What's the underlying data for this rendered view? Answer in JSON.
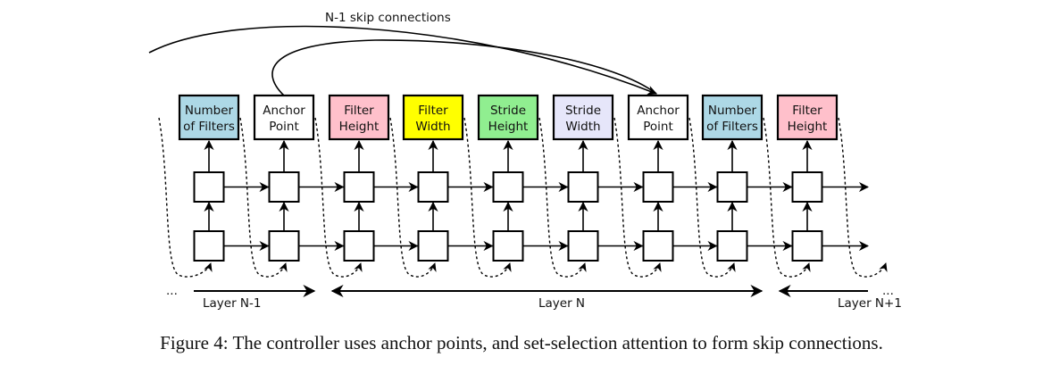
{
  "diagram": {
    "skip_label": "N-1 skip connections",
    "output_boxes": [
      {
        "line1": "Number",
        "line2": "of Filters",
        "color": "#add8e6"
      },
      {
        "line1": "Anchor",
        "line2": "Point",
        "color": "#ffffff"
      },
      {
        "line1": "Filter",
        "line2": "Height",
        "color": "#ffc0cb"
      },
      {
        "line1": "Filter",
        "line2": "Width",
        "color": "#ffff00"
      },
      {
        "line1": "Stride",
        "line2": "Height",
        "color": "#90ee90"
      },
      {
        "line1": "Stride",
        "line2": "Width",
        "color": "#e6e6fa"
      },
      {
        "line1": "Anchor",
        "line2": "Point",
        "color": "#ffffff"
      },
      {
        "line1": "Number",
        "line2": "of Filters",
        "color": "#add8e6"
      },
      {
        "line1": "Filter",
        "line2": "Height",
        "color": "#ffc0cb"
      }
    ],
    "layers": [
      {
        "label": "Layer N-1"
      },
      {
        "label": "Layer N"
      },
      {
        "label": "Layer N+1"
      }
    ],
    "ellipsis_left": "...",
    "ellipsis_right": "..."
  },
  "caption": "Figure 4: The controller uses anchor points, and set-selection attention to form skip connections."
}
